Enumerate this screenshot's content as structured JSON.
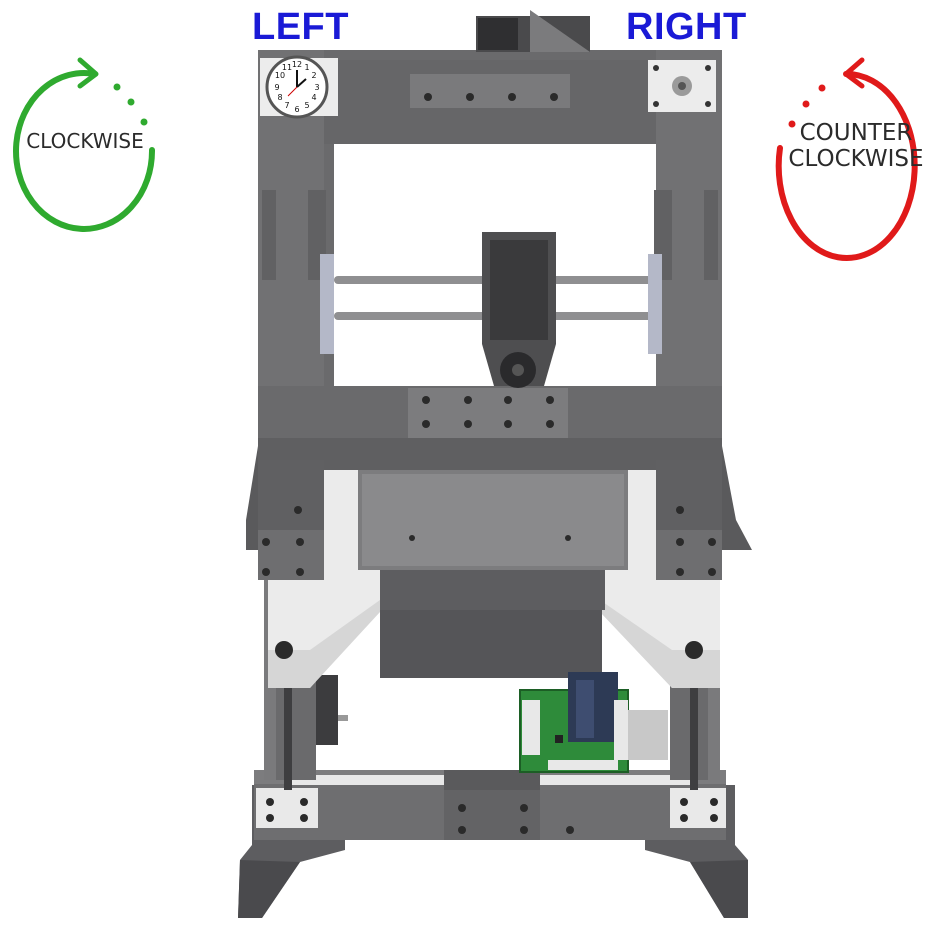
{
  "labels": {
    "left": "LEFT",
    "right": "RIGHT",
    "clockwise": "CLOCKWISE",
    "counter_clockwise_line1": "COUNTER",
    "counter_clockwise_line2": "CLOCKWISE"
  },
  "colors": {
    "label_blue": "#1a1ad6",
    "clockwise_green": "#2faa2f",
    "counter_clockwise_red": "#e01a1a",
    "frame_dark": "#5c5c5e",
    "frame_mid": "#707072",
    "frame_light": "#e6e6e6",
    "pcb_green": "#2e8b3a"
  },
  "clock": {
    "numerals": [
      "12",
      "1",
      "2",
      "3",
      "4",
      "5",
      "6",
      "7",
      "8",
      "9",
      "10",
      "11"
    ]
  }
}
